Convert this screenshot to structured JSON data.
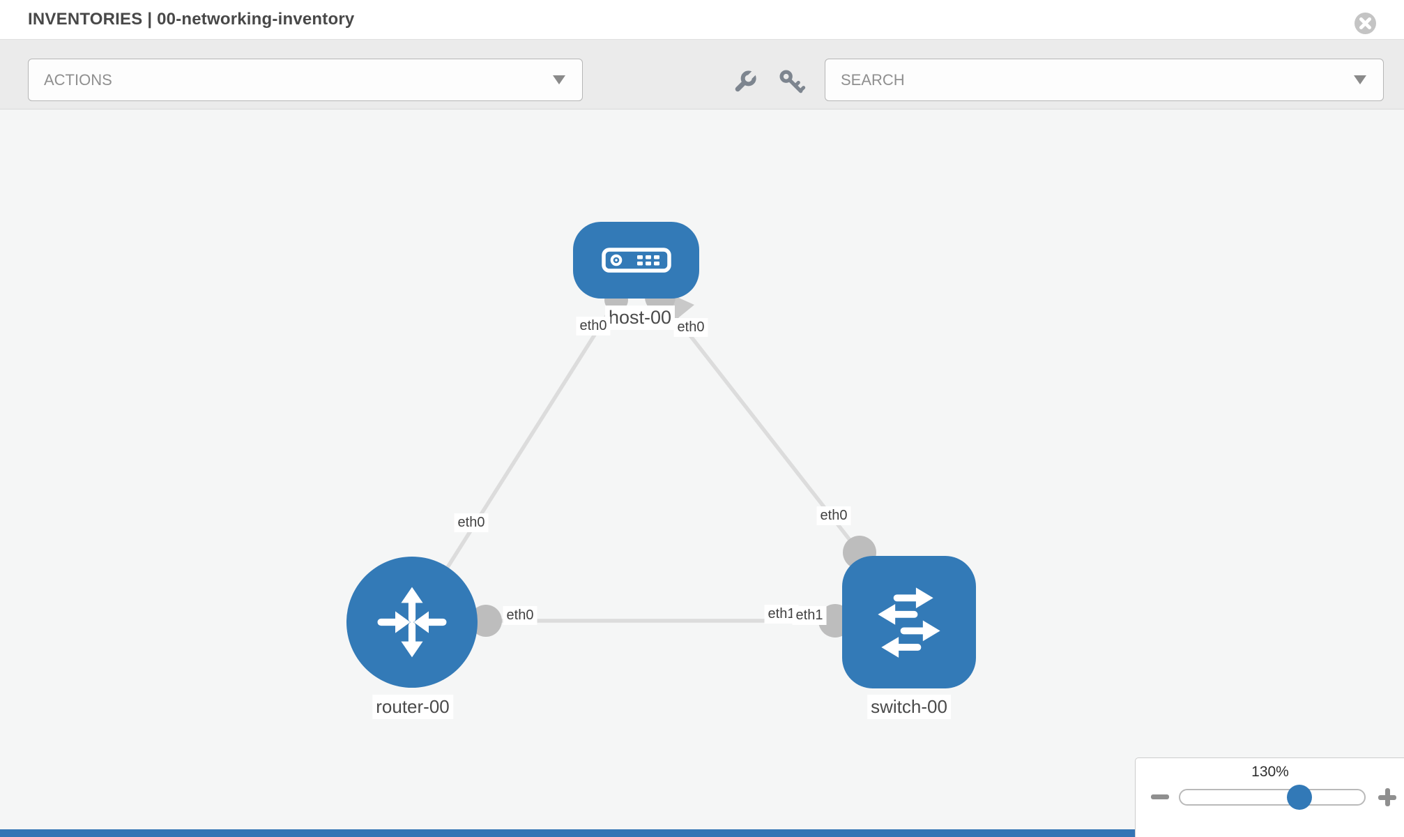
{
  "header": {
    "title": "INVENTORIES | 00-networking-inventory"
  },
  "toolbar": {
    "actions_label": "ACTIONS",
    "search_placeholder": "SEARCH"
  },
  "topology": {
    "nodes": [
      {
        "id": "host-00",
        "type": "host",
        "label": "host-00"
      },
      {
        "id": "router-00",
        "type": "router",
        "label": "router-00"
      },
      {
        "id": "switch-00",
        "type": "switch",
        "label": "switch-00"
      }
    ],
    "links": [
      {
        "from": "host-00",
        "to": "router-00"
      },
      {
        "from": "host-00",
        "to": "switch-00"
      },
      {
        "from": "router-00",
        "to": "switch-00"
      }
    ],
    "interface_labels": {
      "host_left": "eth0",
      "host_right": "eth0",
      "router_top": "eth0",
      "router_right": "eth0",
      "switch_top": "eth0",
      "switch_left_back": "eth1",
      "switch_left_front": "eth1"
    }
  },
  "zoom_control": {
    "level": "130%"
  },
  "colors": {
    "node_blue": "#337ab7",
    "link_gray": "#dcdcdc",
    "port_gray": "#bdbdbd",
    "toolbar_gray": "#ebebeb",
    "footer_blue": "#3375b5"
  }
}
